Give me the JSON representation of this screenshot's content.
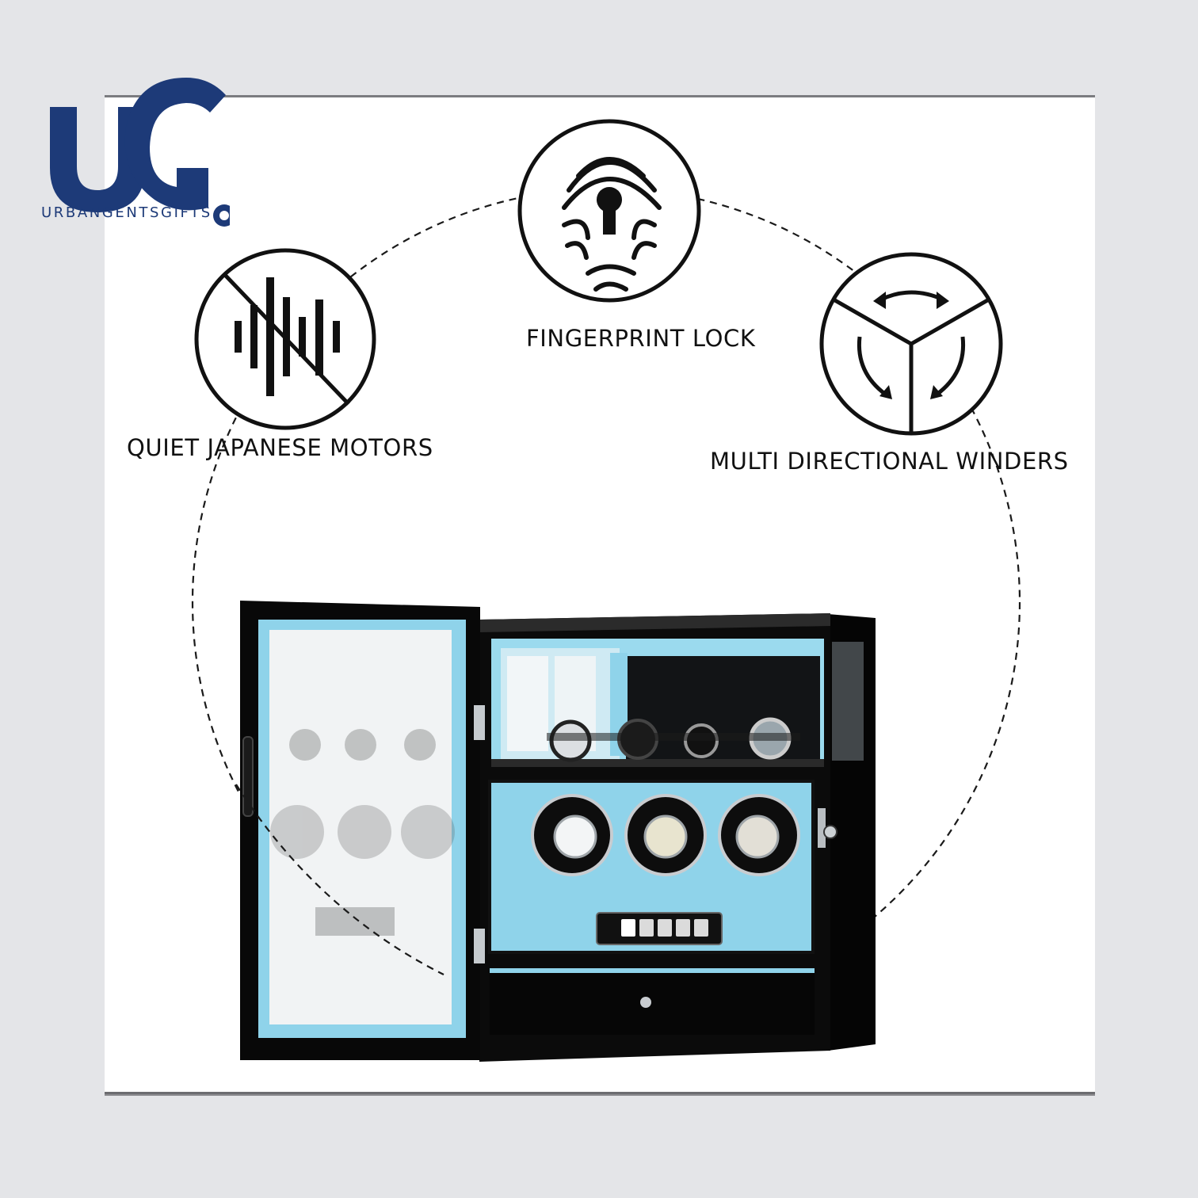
{
  "brand": {
    "name": "URBANGENTSGIFTS",
    "monogram": "UG",
    "color": "#1d3a78"
  },
  "features": [
    {
      "label": "QUIET JAPANESE MOTORS",
      "icon": "no-sound-icon"
    },
    {
      "label": "FINGERPRINT LOCK",
      "icon": "fingerprint-lock-icon"
    },
    {
      "label": "MULTI DIRECTIONAL WINDERS",
      "icon": "multi-direction-icon"
    }
  ],
  "product": {
    "name": "watch-winder-cabinet",
    "accent_color": "#8fd3ea",
    "body_color": "#0a0a0a"
  }
}
